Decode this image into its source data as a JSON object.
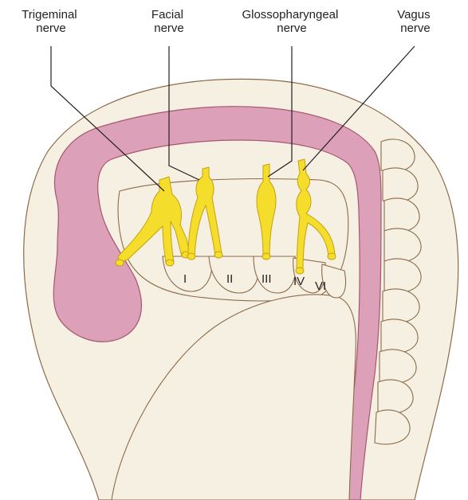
{
  "labels": {
    "trigeminal": [
      "Trigeminal",
      "nerve"
    ],
    "facial": [
      "Facial",
      "nerve"
    ],
    "glossopharyngeal": [
      "Glossopharyngeal",
      "nerve"
    ],
    "vagus": [
      "Vagus",
      "nerve"
    ]
  },
  "arches": [
    "I",
    "II",
    "III",
    "IV",
    "VI"
  ],
  "colors": {
    "embryo_body": "#f6f0e2",
    "outline": "#8c6a48",
    "neural_tube": "#dca0b8",
    "neural_tube_edge": "#a7566f",
    "nerve": "#f5dd2c",
    "nerve_edge": "#c6a10b",
    "text": "#231f20"
  }
}
